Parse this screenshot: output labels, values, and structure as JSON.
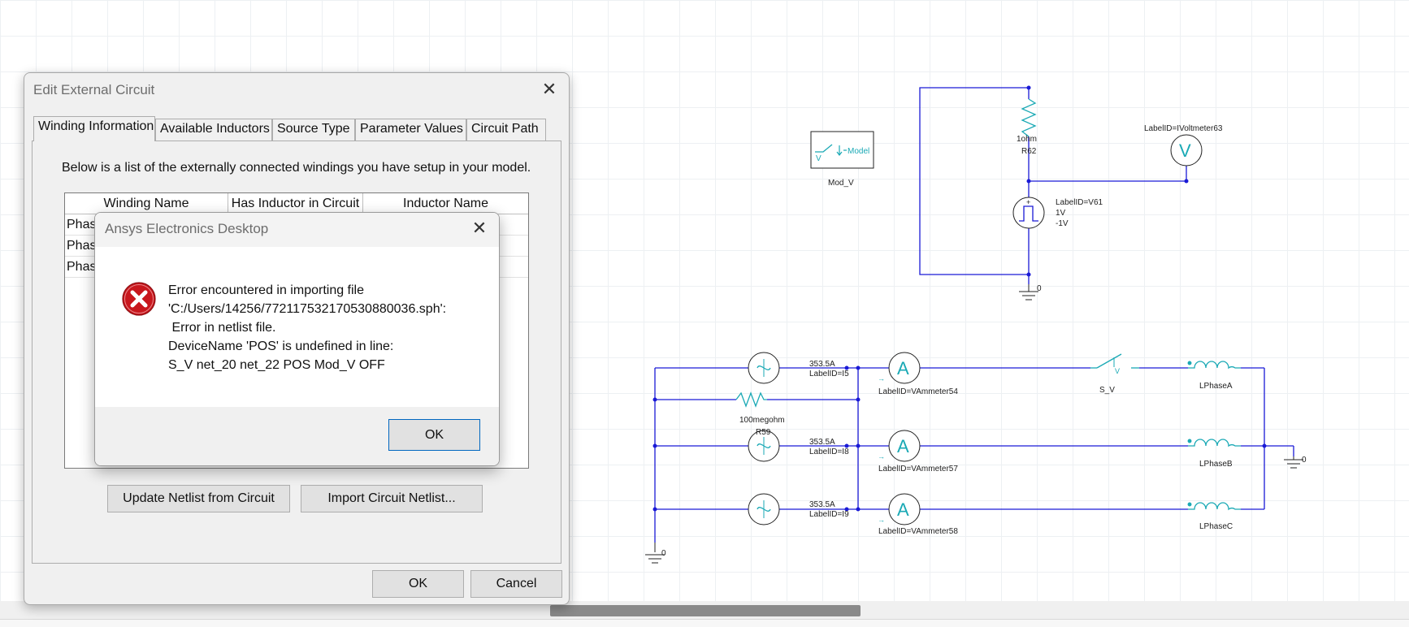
{
  "schematic": {
    "model_box": {
      "inner_label": "Model",
      "small_v": "V",
      "name": "Mod_V"
    },
    "resistor_r62": {
      "value": "1ohm",
      "name": "R62"
    },
    "voltmeter": {
      "label": "LabelID=IVoltmeter63",
      "symbol": "V"
    },
    "pulse_source": {
      "label": "LabelID=V61",
      "v1": "1V",
      "v2": "-1V"
    },
    "ground_top": {
      "label": "0"
    },
    "current_sources": [
      {
        "amps": "353.5A",
        "label": "LabelID=I5"
      },
      {
        "amps": "353.5A",
        "label": "LabelID=I8"
      },
      {
        "amps": "353.5A",
        "label": "LabelID=I9"
      }
    ],
    "resistor_r59": {
      "value": "100megohm",
      "name": "R59"
    },
    "ammeters": [
      {
        "label": "LabelID=VAmmeter54",
        "symbol": "A"
      },
      {
        "label": "LabelID=VAmmeter57",
        "symbol": "A"
      },
      {
        "label": "LabelID=VAmmeter58",
        "symbol": "A"
      }
    ],
    "switch": {
      "name": "S_V",
      "small_v": "V"
    },
    "inductors": [
      {
        "name": "LPhaseA"
      },
      {
        "name": "LPhaseB"
      },
      {
        "name": "LPhaseC"
      }
    ],
    "ground_bottom_left": {
      "label": "0"
    },
    "ground_right": {
      "label": "0"
    }
  },
  "edit_dialog": {
    "title": "Edit External Circuit",
    "tabs": [
      {
        "label": "Winding Information",
        "active": true
      },
      {
        "label": "Available Inductors",
        "active": false
      },
      {
        "label": "Source Type",
        "active": false
      },
      {
        "label": "Parameter Values",
        "active": false
      },
      {
        "label": "Circuit Path",
        "active": false
      }
    ],
    "description": "Below is a list of the externally connected windings you have setup in your model.",
    "table": {
      "headers": [
        "Winding Name",
        "Has Inductor in Circuit",
        "Inductor Name"
      ],
      "rows": [
        "Phas",
        "Phas",
        "Phas"
      ]
    },
    "update_button": "Update Netlist from Circuit",
    "import_button": "Import Circuit Netlist...",
    "ok_button": "OK",
    "cancel_button": "Cancel"
  },
  "error_dialog": {
    "title": "Ansys Electronics Desktop",
    "message_lines": [
      "Error encountered in importing file",
      "'C:/Users/14256/772117532170530880036.sph':",
      " Error in netlist file.",
      "DeviceName 'POS' is undefined in line:",
      "S_V net_20 net_22 POS Mod_V OFF"
    ],
    "ok_button": "OK"
  },
  "colors": {
    "wire": "#1a1ad6",
    "component": "#1aa9b5",
    "error_red": "#c8171d",
    "scrollbar_thumb": "#8a8a8a"
  }
}
